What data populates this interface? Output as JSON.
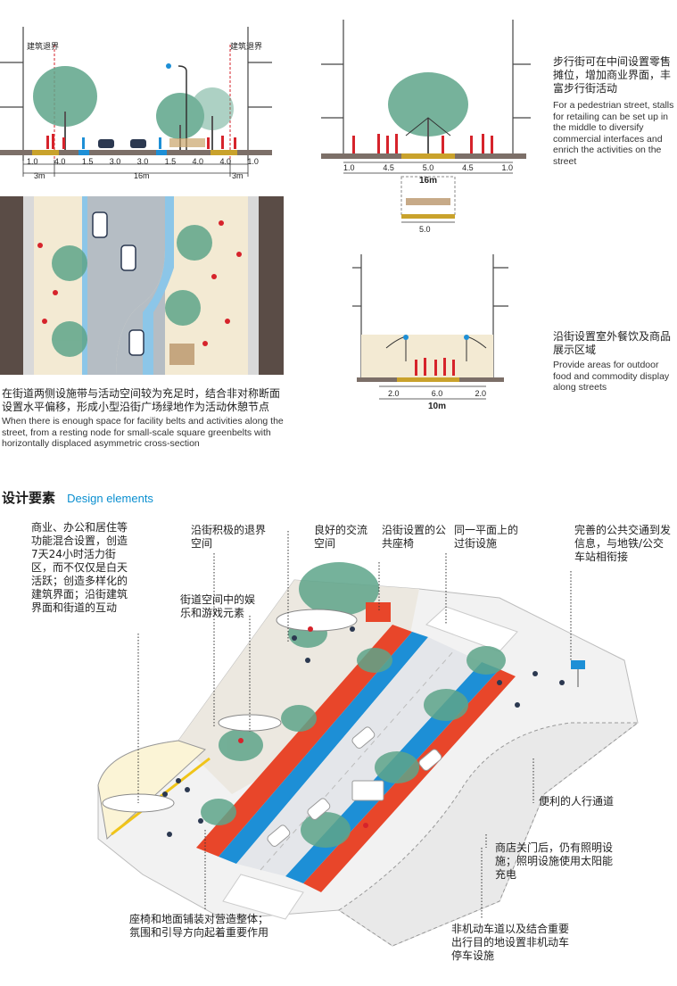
{
  "section1": {
    "label_left": "建筑退界",
    "label_right": "建筑退界",
    "dims_top": [
      "1.0",
      "4.0",
      "1.5",
      "3.0",
      "3.0",
      "1.5",
      "4.0",
      "4.0",
      "1.0"
    ],
    "dims_bottom": [
      "3m",
      "16m",
      "3m"
    ]
  },
  "section2": {
    "dims_top": [
      "1.0",
      "4.5",
      "5.0",
      "4.5",
      "1.0"
    ],
    "total": "16m",
    "stall": "5.0",
    "cn": "步行街可在中间设置零售摊位，增加商业界面，丰富步行街活动",
    "en": "For a pedestrian street, stalls for retailing can be set up in the middle to diversify commercial interfaces and enrich the activities on the street"
  },
  "plan": {
    "cn": "在街道两侧设施带与活动空间较为充足时，结合非对称断面设置水平偏移，形成小型沿街广场绿地作为活动休憩节点",
    "en": "When there is enough space for facility belts and activities along the street, from a resting node for small-scale square greenbelts with horizontally displaced asymmetric cross-section"
  },
  "section3": {
    "dims_top": [
      "2.0",
      "6.0",
      "2.0"
    ],
    "total": "10m",
    "cn": "沿街设置室外餐饮及商品展示区域",
    "en": "Provide areas for outdoor food and commodity display along streets"
  },
  "design": {
    "title_cn": "设计要素",
    "title_en": "Design elements",
    "callouts": {
      "c1": "商业、办公和居住等功能混合设置，创造7天24小时活力街区，而不仅仅是白天活跃；创造多样化的建筑界面；沿街建筑界面和街道的互动",
      "c2": "沿街积极的退界空间",
      "c3": "良好的交流空间",
      "c4": "沿街设置的公共座椅",
      "c5": "同一平面上的过街设施",
      "c6": "完善的公共交通到发信息，与地铁/公交车站相衔接",
      "c7": "街道空间中的娱乐和游戏元素",
      "c8": "便利的人行通道",
      "c9": "商店关门后，仍有照明设施；照明设施使用太阳能充电",
      "c10": "座椅和地面铺装对营造整体；氛围和引导方向起着重要作用",
      "c11": "非机动车道以及结合重要出行目的地设置非机动车停车设施"
    }
  },
  "colors": {
    "tree": "#5ea58a",
    "people": "#d6232b",
    "cycle_lane": "#1d8fd6",
    "red_lane": "#e8462a",
    "paving": "#f3ead3",
    "road": "#c8ccd2",
    "building": "#5a4c46"
  }
}
